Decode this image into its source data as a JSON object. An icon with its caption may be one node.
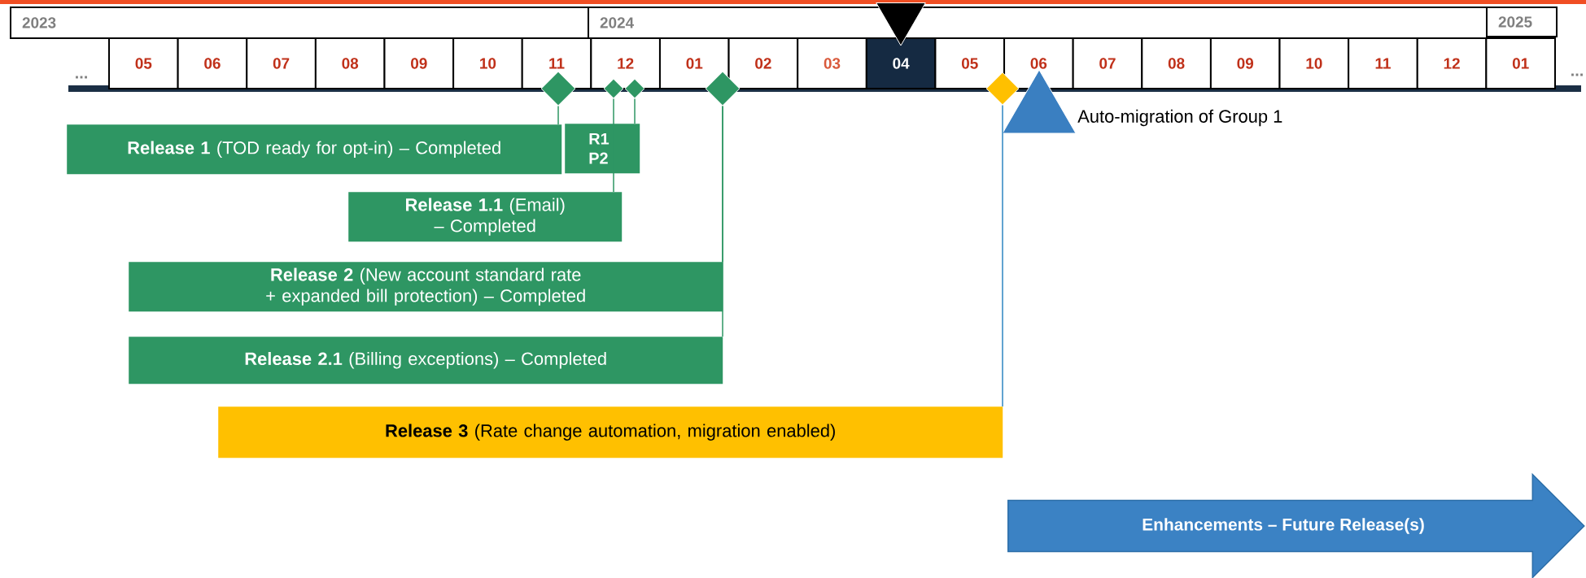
{
  "diagram": {
    "nodes": [
      {
        "text": [
          "2023"
        ]
      },
      {
        "text": [
          "2024"
        ]
      },
      {
        "text": [
          "2025"
        ]
      },
      {
        "text": [
          "05"
        ]
      },
      {
        "text": [
          "06"
        ]
      },
      {
        "text": [
          "07"
        ]
      },
      {
        "text": [
          "08"
        ]
      },
      {
        "text": [
          "09"
        ]
      },
      {
        "text": [
          "10"
        ]
      },
      {
        "text": [
          "11"
        ]
      },
      {
        "text": [
          "12"
        ]
      },
      {
        "text": [
          "01"
        ]
      },
      {
        "text": [
          "02"
        ]
      },
      {
        "text": [
          "03"
        ]
      },
      {
        "text": [
          "04"
        ]
      },
      {
        "text": [
          "05"
        ]
      },
      {
        "text": [
          "06"
        ]
      },
      {
        "text": [
          "07"
        ]
      },
      {
        "text": [
          "08"
        ]
      },
      {
        "text": [
          "09"
        ]
      },
      {
        "text": [
          "10"
        ]
      },
      {
        "text": [
          "11"
        ]
      },
      {
        "text": [
          "12"
        ]
      },
      {
        "text": [
          "01"
        ]
      },
      {
        "text": [],
        "shape": "diamond"
      },
      {
        "text": [],
        "shape": "diamond"
      },
      {
        "text": [],
        "shape": "diamond"
      },
      {
        "text": [],
        "shape": "diamond"
      },
      {
        "text": [],
        "shape": "diamond"
      },
      {
        "text": [],
        "shape": "triangle",
        "beside": [
          "Auto-migration of Group 1"
        ]
      },
      {
        "text": [
          "**Release 1** (TOD ready for opt-in) – Completed"
        ]
      },
      {
        "text": [
          "R1 P2"
        ]
      },
      {
        "text": [
          "**Release 1.1** (Email) – Completed"
        ]
      },
      {
        "text": [
          "**Release 2** (New account standard rate + expanded bill protection) – Completed"
        ]
      },
      {
        "text": [
          "**Release 2.1** (Billing exceptions) – Completed"
        ]
      },
      {
        "text": [
          "**Release 3** (Rate change automation, migration enabled)"
        ]
      },
      {
        "text": [
          "Enhancements – Future Release(s)"
        ]
      },
      {
        "text": [],
        "shape": "triangle"
      }
    ],
    "edges": [
      {
        "from": 24,
        "to": 30,
        "arrow": "none"
      },
      {
        "from": 25,
        "to": 32,
        "arrow": "none"
      },
      {
        "from": 26,
        "to": 31,
        "arrow": "none"
      },
      {
        "from": 27,
        "to": 33,
        "arrow": "none"
      },
      {
        "from": 27,
        "to": 34,
        "arrow": "none"
      },
      {
        "from": 28,
        "to": 35,
        "arrow": "none",
        "color": "#2e86c1"
      }
    ],
    "labels": [
      "...",
      "..."
    ]
  }
}
